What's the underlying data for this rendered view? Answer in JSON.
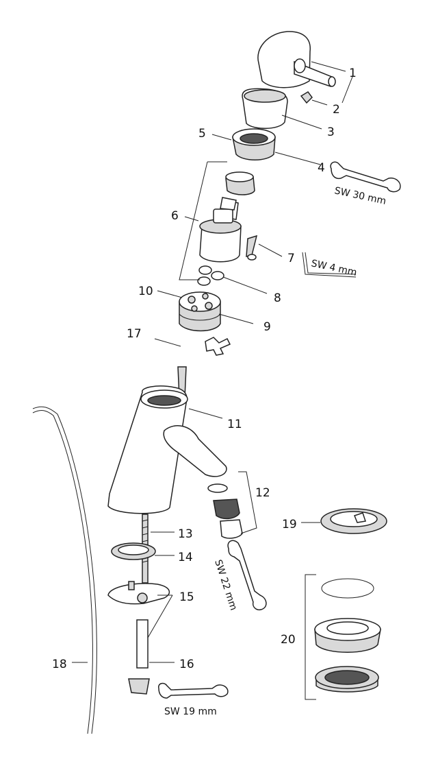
{
  "labels": {
    "n1": "1",
    "n2": "2",
    "n3": "3",
    "n4": "4",
    "n5": "5",
    "n6": "6",
    "n7": "7",
    "n8": "8",
    "n9": "9",
    "n10": "10",
    "n11": "11",
    "n12": "12",
    "n13": "13",
    "n14": "14",
    "n15": "15",
    "n16": "16",
    "n17": "17",
    "n18": "18",
    "n19": "19",
    "n20": "20"
  },
  "tools": {
    "sw30": "SW 30 mm",
    "sw4": "SW 4 mm",
    "sw22": "SW 22 mm",
    "sw19": "SW 19 mm"
  },
  "icons": {
    "wrench": "wrench-icon",
    "hex_key": "hex-key-icon"
  }
}
